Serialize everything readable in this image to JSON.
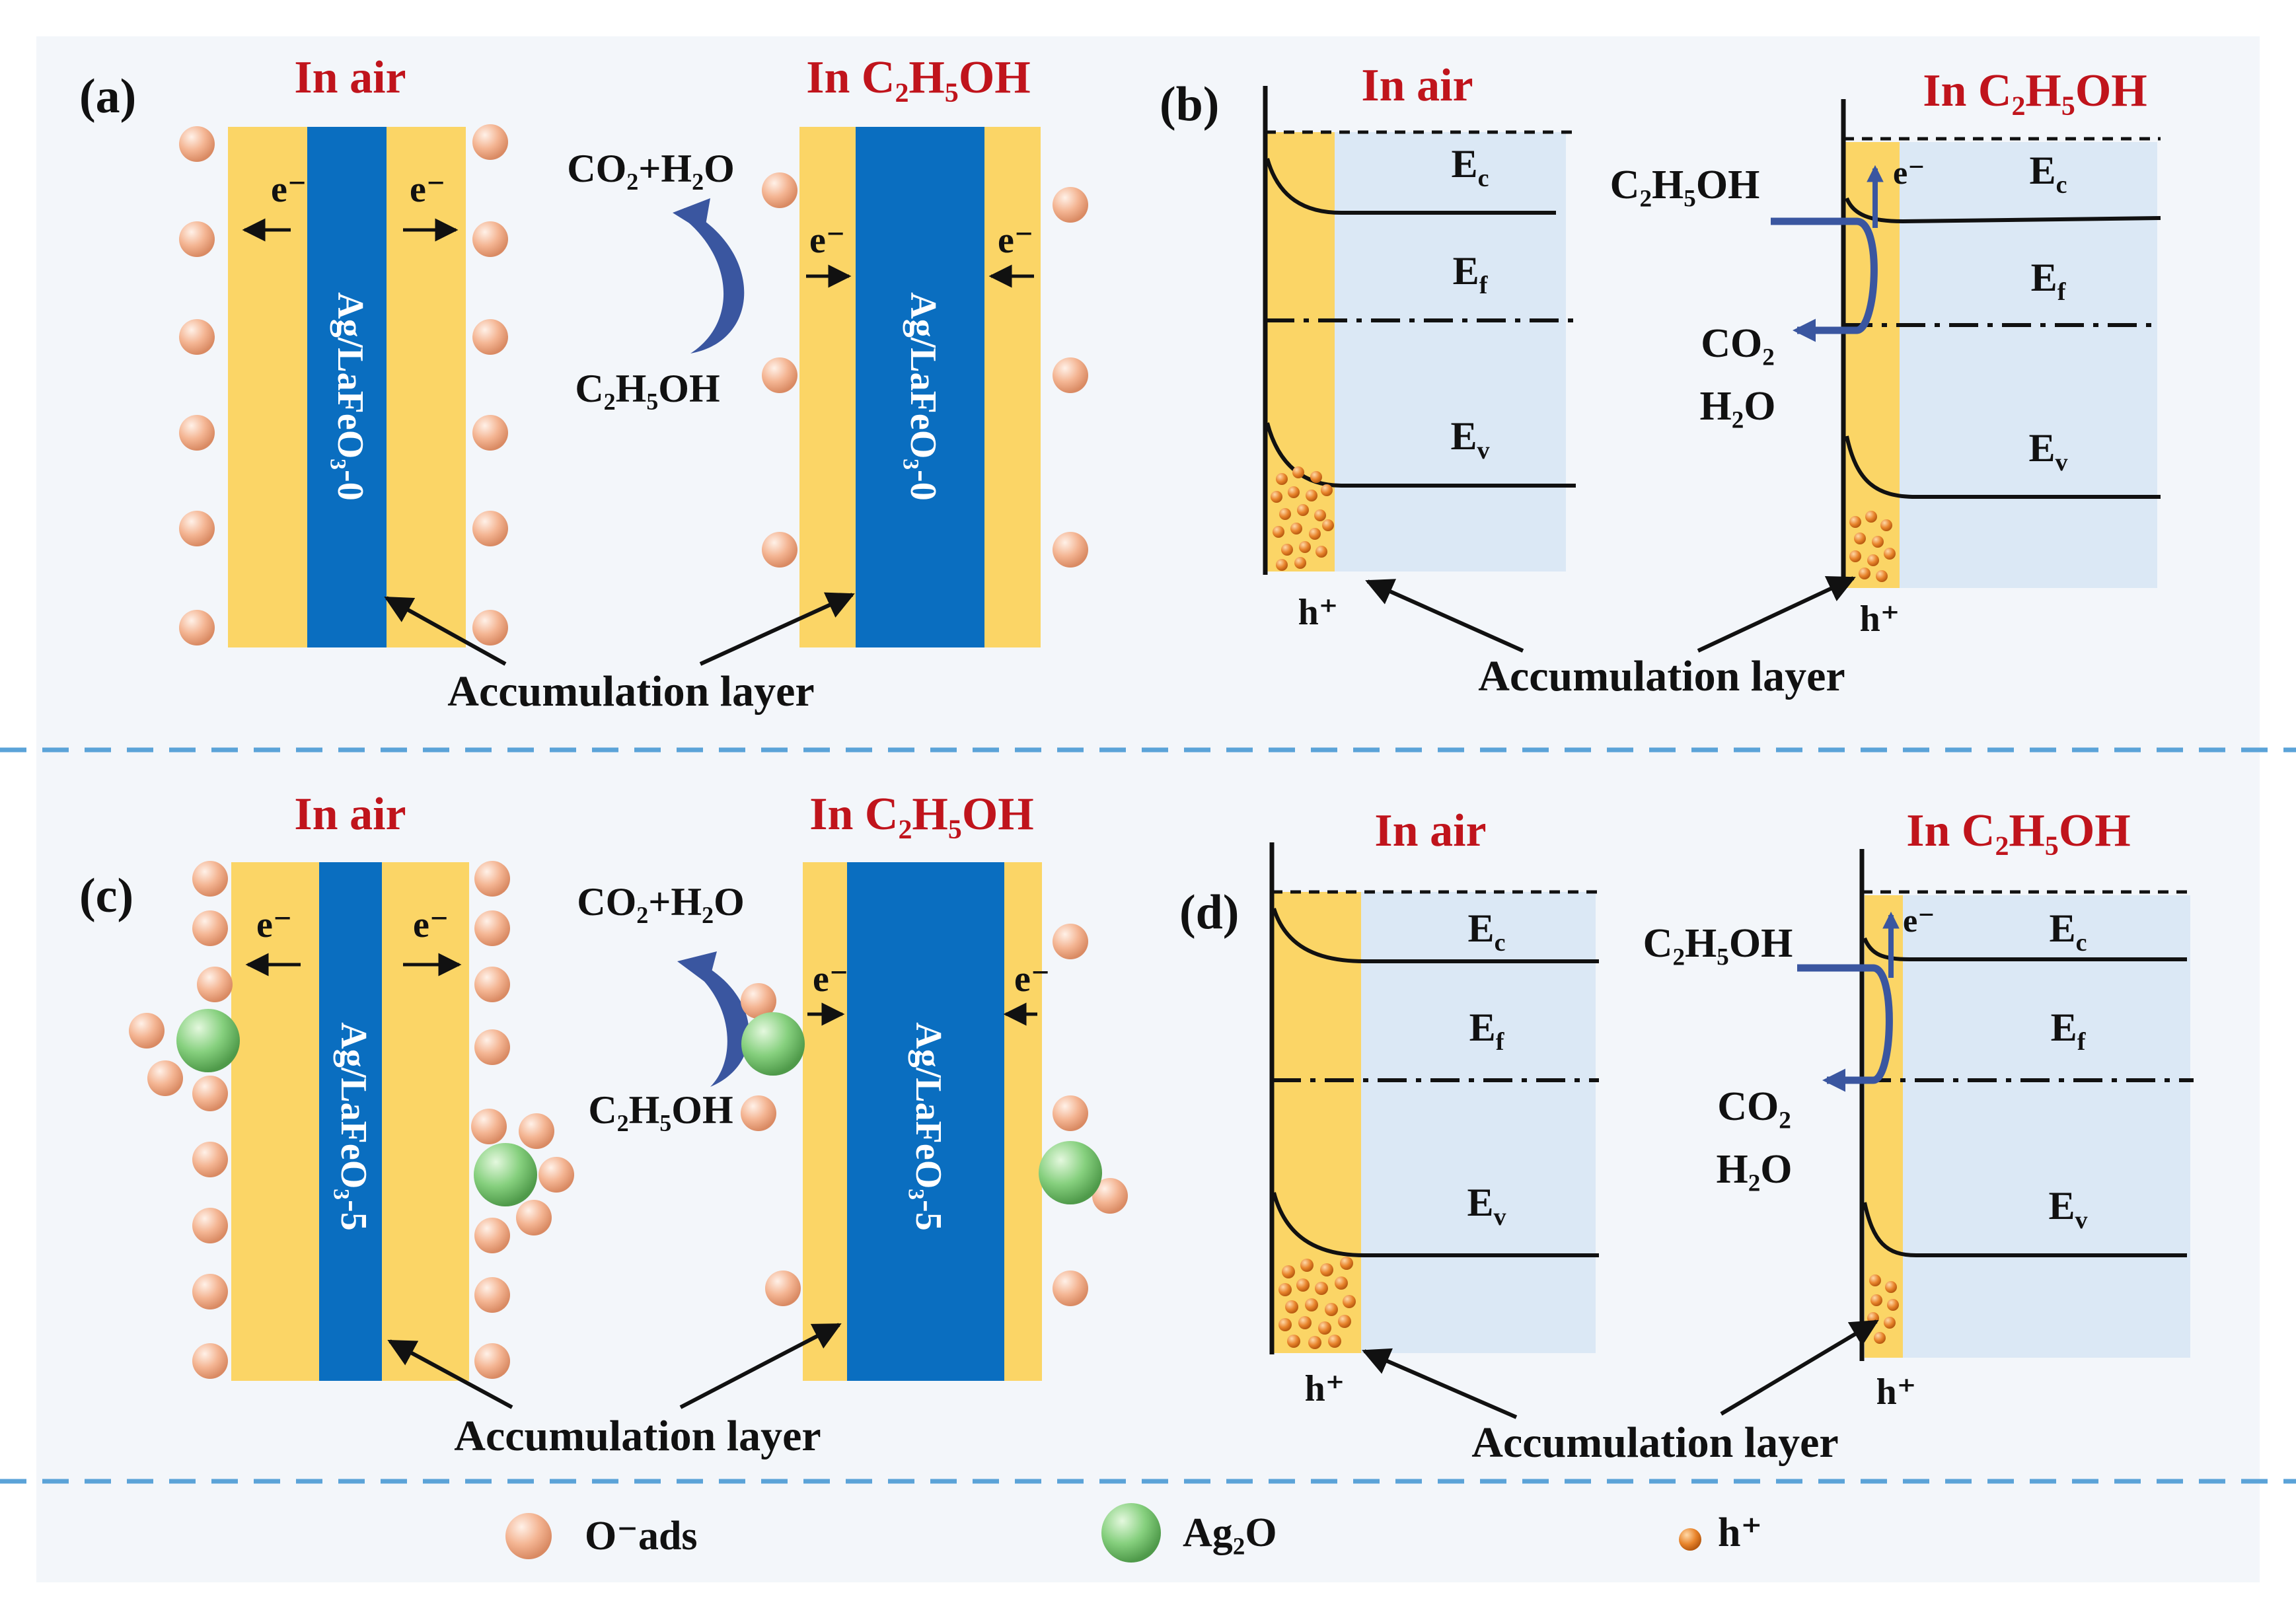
{
  "colors": {
    "background": "#f3f6fa",
    "layer_yellow": "#fbd566",
    "core_blue": "#0a6ec0",
    "band_blue": "#dbe8f5",
    "arrow_blue": "#3a56a0",
    "title_red": "#c0141c",
    "separator_blue": "#5ba3d8",
    "oxygen_sphere": "#f0a882",
    "ag2o_sphere": "#7fd07a",
    "hole_dot": "#e07820"
  },
  "common": {
    "in_air": "In air",
    "in_ethanol": "In C₂H₅OH",
    "e": "e⁻",
    "h": "h⁺",
    "Ec": "Ec",
    "Ef": "Ef",
    "Ev": "Ev",
    "ethanol": "C₂H₅OH",
    "products": "CO₂+H₂O",
    "co2": "CO₂",
    "h2o": "H₂O",
    "accumulation": "Accumulation layer"
  },
  "panel_a": {
    "label": "(a)",
    "core_label": "Ag/LaFeO₃-0"
  },
  "panel_b": {
    "label": "(b)"
  },
  "panel_c": {
    "label": "(c)",
    "core_label": "Ag/LaFeO₃-5"
  },
  "panel_d": {
    "label": "(d)"
  },
  "legend": {
    "oxygen": "O⁻ads",
    "ag2o": "Ag₂O",
    "hole": "h⁺"
  }
}
